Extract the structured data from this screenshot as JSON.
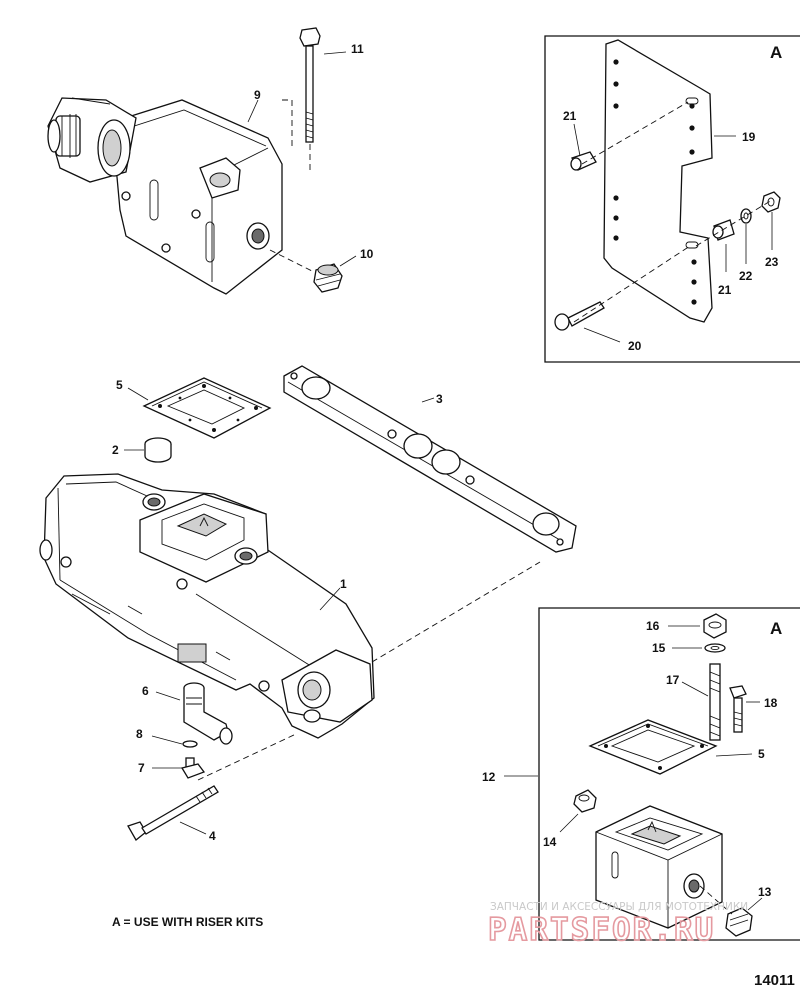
{
  "part_labels": {
    "p1": "1",
    "p2": "2",
    "p3": "3",
    "p4": "4",
    "p5": "5",
    "p6": "6",
    "p7": "7",
    "p8": "8",
    "p9": "9",
    "p10": "10",
    "p11": "11",
    "p12": "12",
    "p13": "13",
    "p14": "14",
    "p15": "15",
    "p16": "16",
    "p17": "17",
    "p18": "18",
    "p19": "19",
    "p20": "20",
    "p21a": "21",
    "p21b": "21",
    "p22": "22",
    "p23": "23",
    "p5b": "5"
  },
  "panels": {
    "top_tag": "A",
    "bottom_tag": "A"
  },
  "note": "A = USE WITH RISER KITS",
  "figure_number": "14011",
  "watermark": {
    "caption": "ЗАПЧАСТИ И АКСЕССУАРЫ ДЛЯ МОТОТЕХНИКИ",
    "logo": "PARTSFOR.RU"
  }
}
